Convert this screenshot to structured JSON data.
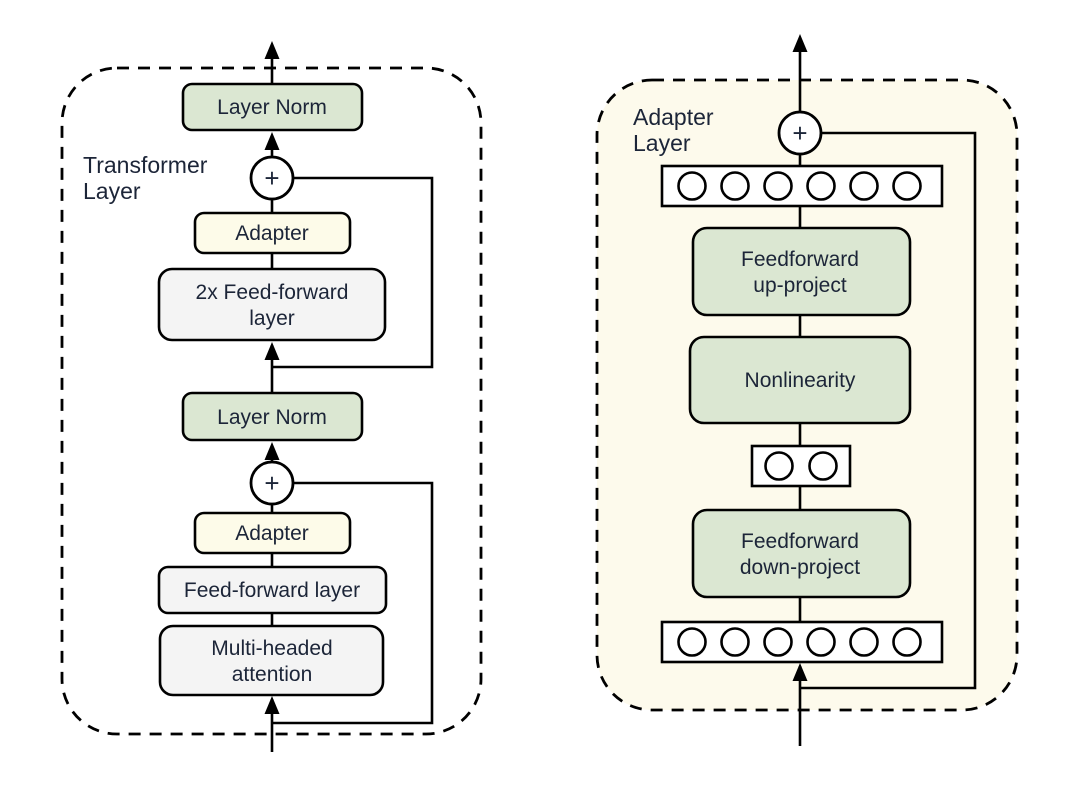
{
  "left_diagram": {
    "label": {
      "line1": "Transformer",
      "line2": "Layer"
    },
    "plus": "+",
    "boxes": {
      "layer_norm_top": "Layer Norm",
      "adapter_top": "Adapter",
      "feed_forward_2x": {
        "line1": "2x Feed-forward",
        "line2": "layer"
      },
      "layer_norm_bottom": "Layer Norm",
      "adapter_bottom": "Adapter",
      "feed_forward": "Feed-forward layer",
      "multi_headed_attention": {
        "line1": "Multi-headed",
        "line2": "attention"
      }
    }
  },
  "right_diagram": {
    "label": {
      "line1": "Adapter",
      "line2": "Layer"
    },
    "plus": "+",
    "boxes": {
      "feedforward_up_project": {
        "line1": "Feedforward",
        "line2": "up-project"
      },
      "nonlinearity": "Nonlinearity",
      "feedforward_down_project": {
        "line1": "Feedforward",
        "line2": "down-project"
      }
    },
    "feature_rows": {
      "top": {
        "count": 6
      },
      "bottleneck": {
        "count": 2
      },
      "bottom": {
        "count": 6
      }
    }
  },
  "colors": {
    "background": "#ffffff",
    "green_fill": "#dbe7d2",
    "yellow_fill": "#fdfbe9",
    "gray_fill": "#f4f4f4",
    "cream_fill": "#fdfaec",
    "stroke": "#000000",
    "text": "#1c2538"
  }
}
